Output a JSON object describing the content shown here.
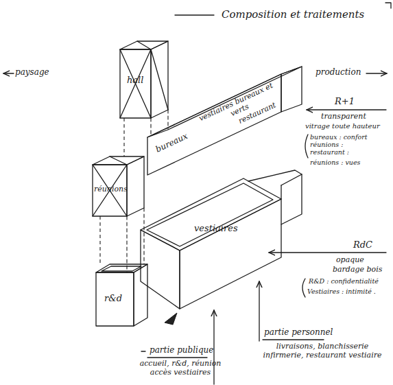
{
  "diagram": {
    "title": "Composition et traitements",
    "nodes": [
      {
        "text": [
          "hall"
        ]
      },
      {
        "text": [
          "bureaux",
          "vestiaires bureaux et verts",
          "restaurant"
        ]
      },
      {
        "text": [
          "réunions"
        ]
      },
      {
        "text": [
          "vestiaires"
        ]
      },
      {
        "text": [
          "r&d"
        ]
      }
    ],
    "edges": [
      {
        "from": 0,
        "to": 2,
        "arrow": "none"
      },
      {
        "from": 2,
        "to": 4,
        "arrow": "none"
      }
    ],
    "labels": [
      "paysage",
      "production",
      "R+1",
      "transparent",
      "vitrage toute hauteur",
      "bureaux : confort",
      "réunions :",
      "restaurant :",
      "réunions : vues",
      "RdC",
      "opaque",
      "bardage bois",
      "R&D : confidentialité",
      "Vestiaires : intimité .",
      "partie publique",
      "accueil, r&d, réunion accès vestiaires",
      "partie personnel",
      "livraisons, blanchisserie infirmerie, restaurant vestiaire"
    ]
  }
}
